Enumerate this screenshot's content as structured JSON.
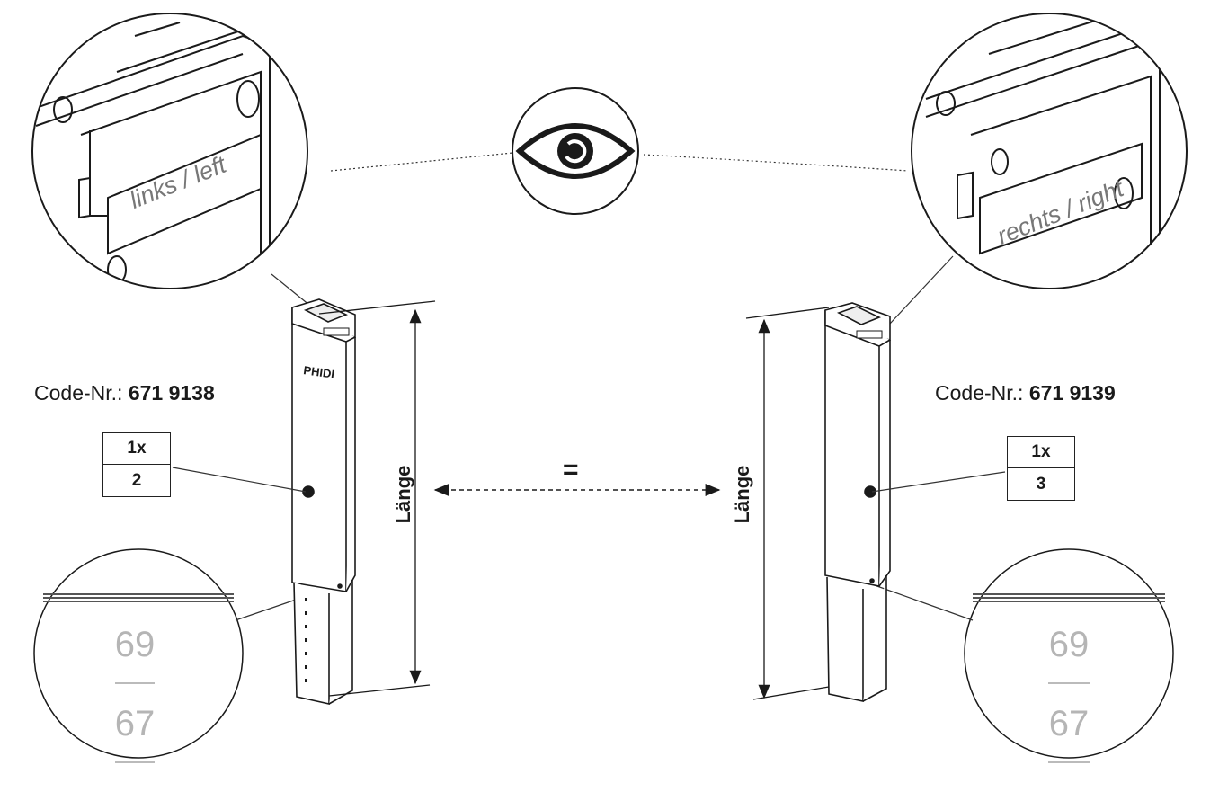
{
  "left": {
    "code_prefix": "Code-Nr.: ",
    "code_number": "671 9138",
    "qty": "1x",
    "item": "2",
    "length_label": "Länge",
    "tag_text": "links / left",
    "scale_top": "69",
    "scale_bottom": "67",
    "brand": "PHIDI"
  },
  "right": {
    "code_prefix": "Code-Nr.: ",
    "code_number": "671 9139",
    "qty": "1x",
    "item": "3",
    "length_label": "Länge",
    "tag_text": "rechts / right",
    "scale_top": "69",
    "scale_bottom": "67"
  },
  "equal_sign": "=",
  "icons": {
    "inspect": "eye-icon"
  },
  "colors": {
    "line": "#1a1a1a",
    "scale_text": "#b5b5b5"
  }
}
